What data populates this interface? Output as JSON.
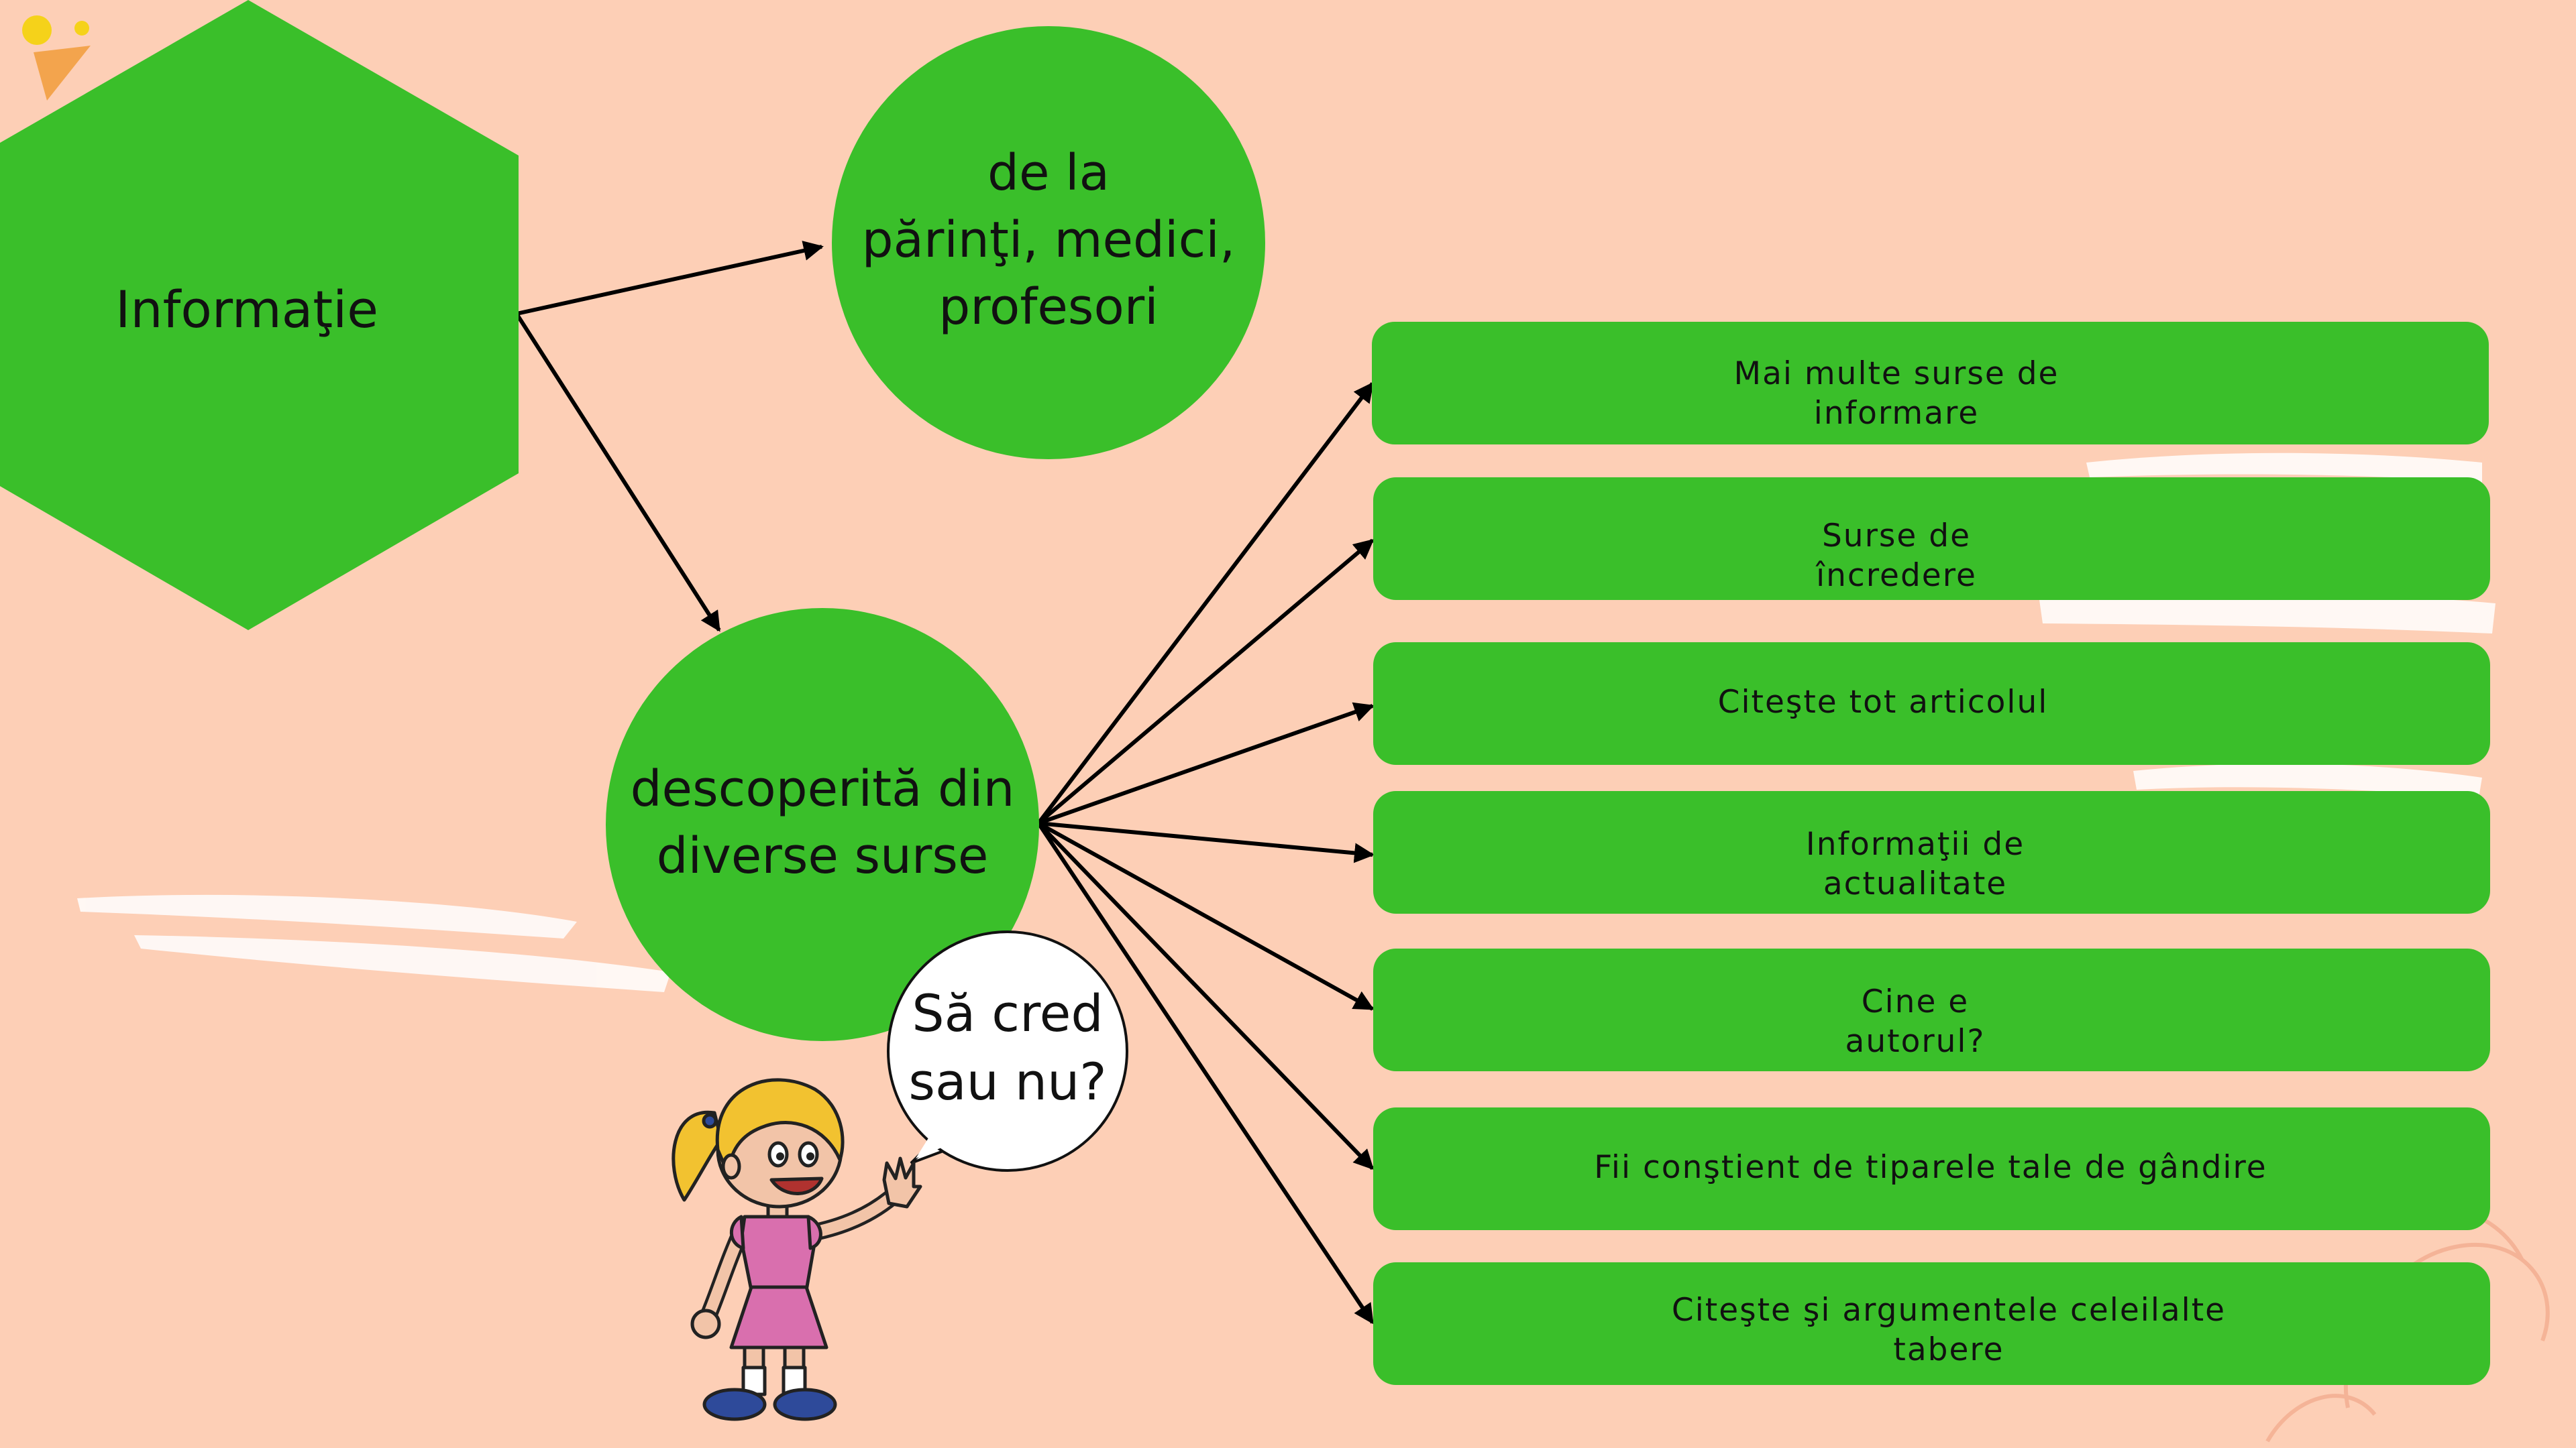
{
  "colors": {
    "background": "#fdcfb6",
    "node_green": "#3abf2a",
    "arrow": "#000000",
    "bubble": "#ffffff"
  },
  "hexagon": {
    "label": "Informaţie"
  },
  "circle_top": {
    "lines": [
      "de la",
      "părinţi, medici,",
      "profesori"
    ]
  },
  "circle_bottom": {
    "lines": [
      "descoperită din",
      "diverse surse"
    ]
  },
  "speech_bubble": {
    "lines": [
      "Să cred",
      "sau nu?"
    ]
  },
  "tips": [
    {
      "lines": [
        "Mai multe surse de",
        "informare"
      ]
    },
    {
      "lines": [
        "Surse de",
        "încredere"
      ]
    },
    {
      "lines": [
        "Citeşte tot articolul"
      ]
    },
    {
      "lines": [
        "Informaţii de",
        "actualitate"
      ]
    },
    {
      "lines": [
        "Cine e",
        "autorul?"
      ]
    },
    {
      "lines": [
        "Fii conştient de tiparele tale de gândire"
      ]
    },
    {
      "lines": [
        "Citeşte şi argumentele celeilalte",
        "tabere"
      ]
    }
  ],
  "character": {
    "icon": "cartoon-girl-icon"
  }
}
